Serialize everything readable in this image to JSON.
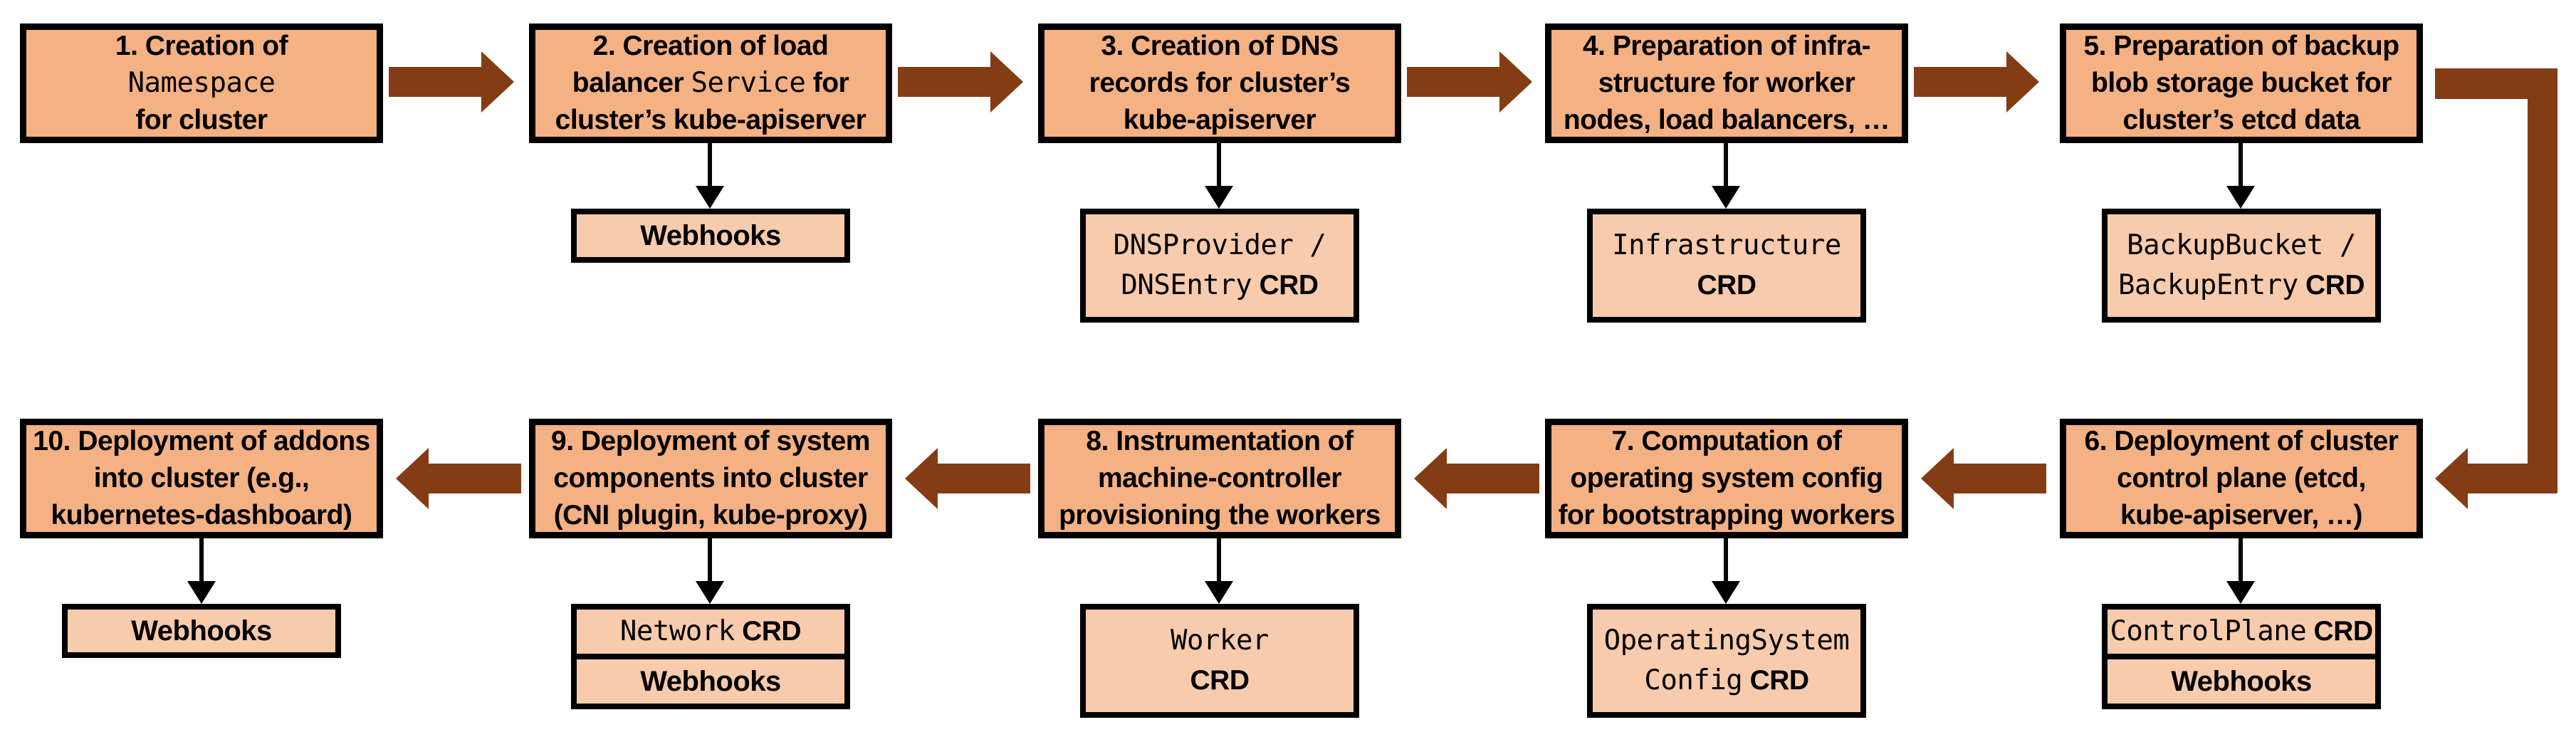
{
  "colors": {
    "step_fill": "#F4B183",
    "child_fill": "#F8CBAD",
    "arrow_brown": "#843C14",
    "border_black": "#000000"
  },
  "steps": {
    "s1": {
      "l1": "1. Creation of",
      "l2": "Namespace",
      "l3": "for cluster"
    },
    "s2": {
      "l1": "2. Creation of load",
      "l2a": "balancer ",
      "l2b": "Service",
      "l2c": " for",
      "l3": "cluster’s kube-apiserver"
    },
    "s3": {
      "l1": "3. Creation of DNS",
      "l2": "records for cluster’s",
      "l3": "kube-apiserver"
    },
    "s4": {
      "l1": "4. Preparation of infra-",
      "l2": "structure for worker",
      "l3": "nodes, load balancers, …"
    },
    "s5": {
      "l1": "5. Preparation of backup",
      "l2": "blob storage bucket for",
      "l3": "cluster’s etcd data"
    },
    "s6": {
      "l1": "6. Deployment of cluster",
      "l2": "control plane (etcd,",
      "l3": "kube-apiserver, …)"
    },
    "s7": {
      "l1": "7. Computation of",
      "l2": "operating system config",
      "l3": "for bootstrapping workers"
    },
    "s8": {
      "l1": "8. Instrumentation of",
      "l2": "machine-controller",
      "l3": "provisioning the workers"
    },
    "s9": {
      "l1": "9. Deployment of system",
      "l2": "components into cluster",
      "l3": "(CNI plugin, kube-proxy)"
    },
    "s10": {
      "l1": "10. Deployment of addons",
      "l2": "into cluster (e.g.,",
      "l3": "kubernetes-dashboard)"
    }
  },
  "children": {
    "c2_webhooks": "Webhooks",
    "c3": {
      "l1": "DNSProvider /",
      "l2m": "DNSEntry",
      "l2s": " CRD"
    },
    "c4": {
      "l1": "Infrastructure",
      "l2s": "CRD"
    },
    "c5": {
      "l1": "BackupBucket /",
      "l2m": "BackupEntry",
      "l2s": " CRD"
    },
    "c6": {
      "r1m": "ControlPlane",
      "r1s": " CRD",
      "r2": "Webhooks"
    },
    "c7": {
      "l1": "OperatingSystem",
      "l2m": "Config",
      "l2s": " CRD"
    },
    "c8": {
      "l1": "Worker",
      "l2s": "CRD"
    },
    "c9": {
      "r1m": "Network",
      "r1s": " CRD",
      "r2": "Webhooks"
    },
    "c10_webhooks": "Webhooks"
  }
}
